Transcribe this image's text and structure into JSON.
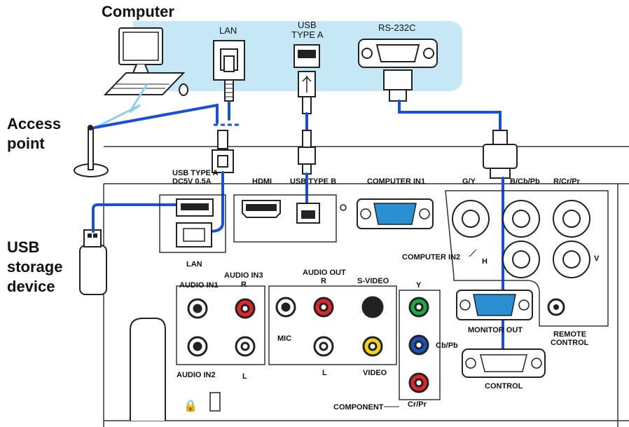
{
  "labels": {
    "computer": "Computer",
    "access_point_1": "Access",
    "access_point_2": "point",
    "usb_device_1": "USB",
    "usb_device_2": "storage",
    "usb_device_3": "device",
    "lan_top": "LAN",
    "usb_type_a_1": "USB",
    "usb_type_a_2": "TYPE A",
    "rs232c": "RS-232C",
    "usb_type_a_panel_1": "USB TYPE A",
    "usb_type_a_panel_2": "DC5V 0.5A",
    "hdmi": "HDMI",
    "usb_type_b": "USB TYPE B",
    "computer_in1": "COMPUTER IN1",
    "g_y": "G/Y",
    "b_cb_pb": "B/Cb/Pb",
    "r_cr_pr": "R/Cr/Pr",
    "lan_panel": "LAN",
    "computer_in2": "COMPUTER IN2",
    "h": "H",
    "v": "V",
    "audio_in1": "AUDIO IN1",
    "audio_in3": "AUDIO IN3",
    "r1": "R",
    "audio_out": "AUDIO OUT",
    "r2": "R",
    "s_video": "S-VIDEO",
    "y": "Y",
    "mic": "MIC",
    "cb_pb": "Cb/Pb",
    "monitor_out": "MONITOR OUT",
    "remote_control_1": "REMOTE",
    "remote_control_2": "CONTROL",
    "audio_in2": "AUDIO IN2",
    "l1": "L",
    "l2": "L",
    "video": "VIDEO",
    "control": "CONTROL",
    "component": "COMPONENT",
    "cr_pr": "Cr/Pr"
  },
  "colors": {
    "cable": "#1a4fd8",
    "computer_zone": "#c6e8f6",
    "vga_port": "#2a8fd0",
    "rca_red": "#e0262a",
    "rca_green": "#1fa84a",
    "rca_blue": "#1d4fbf",
    "rca_yellow": "#f2d21a"
  }
}
